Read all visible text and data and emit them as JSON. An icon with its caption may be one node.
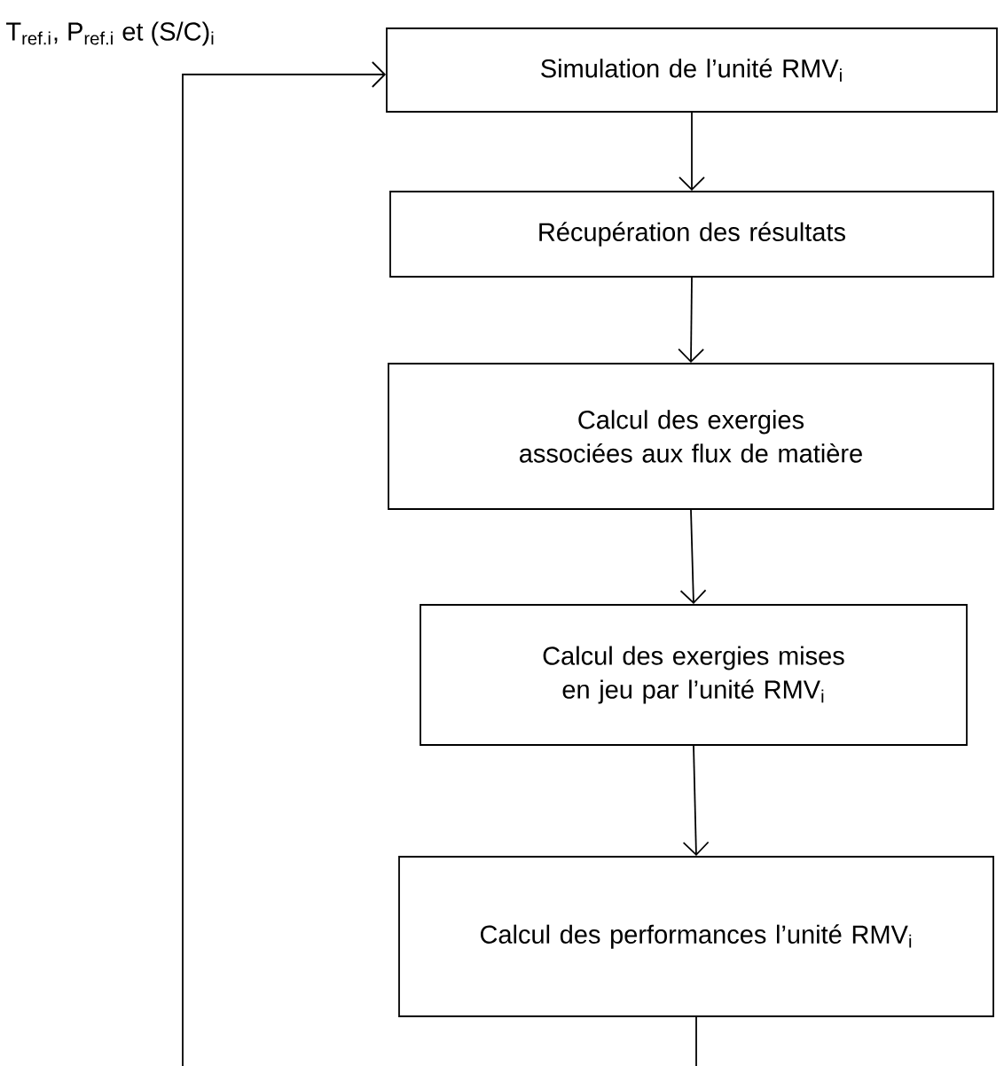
{
  "diagram": {
    "nodes": [
      {
        "text": [
          "Simulation de l’unité RMV$_{i}$"
        ]
      },
      {
        "text": [
          "Récupération des résultats"
        ]
      },
      {
        "text": [
          "Calcul des exergies associées aux flux de matière"
        ]
      },
      {
        "text": [
          "Calcul des exergies mises en jeu par l’unité RMV$_{i}$"
        ]
      },
      {
        "text": [
          "Calcul des performances l’unité RMV$_{i}$"
        ]
      }
    ],
    "edges": [
      {
        "from": 0,
        "to": 1,
        "arrow": "to"
      },
      {
        "from": 1,
        "to": 2,
        "arrow": "to"
      },
      {
        "from": 2,
        "to": 3,
        "arrow": "to"
      },
      {
        "from": 3,
        "to": 4,
        "arrow": "to"
      },
      {
        "from": 4,
        "to": 0,
        "arrow": "to",
        "label": "T$_{ref.i}$, P$_{ref.i}$ et (S/C)$_{i}$"
      }
    ]
  }
}
